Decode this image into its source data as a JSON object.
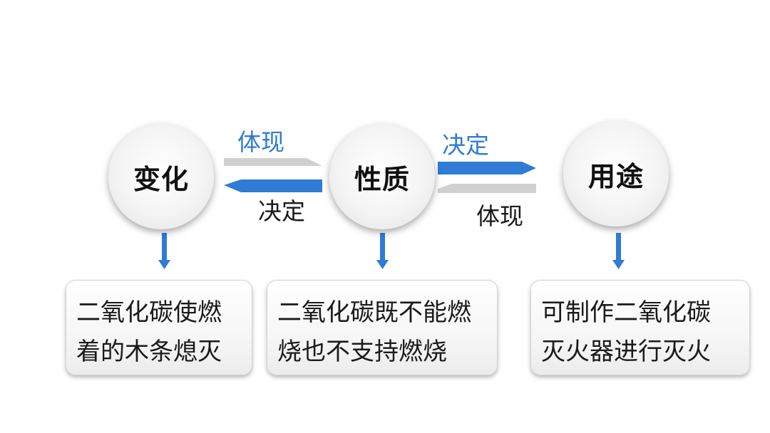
{
  "nodes": {
    "change": "变化",
    "property": "性质",
    "usage": "用途"
  },
  "links": {
    "change_to_property_top": "体现",
    "change_to_property_bottom": "决定",
    "property_to_usage_top": "决定",
    "property_to_usage_bottom": "体现"
  },
  "boxes": {
    "change": {
      "line1": "二氧化碳使燃",
      "line2": "着的木条熄灭"
    },
    "property": {
      "line1": "二氧化碳既不能燃",
      "line2": "烧也不支持燃烧"
    },
    "usage": {
      "line1": "可制作二氧化碳",
      "line2": "灭火器进行灭火"
    }
  },
  "colors": {
    "blue": "#2f7bd6",
    "gray": "#d0d0d0"
  }
}
